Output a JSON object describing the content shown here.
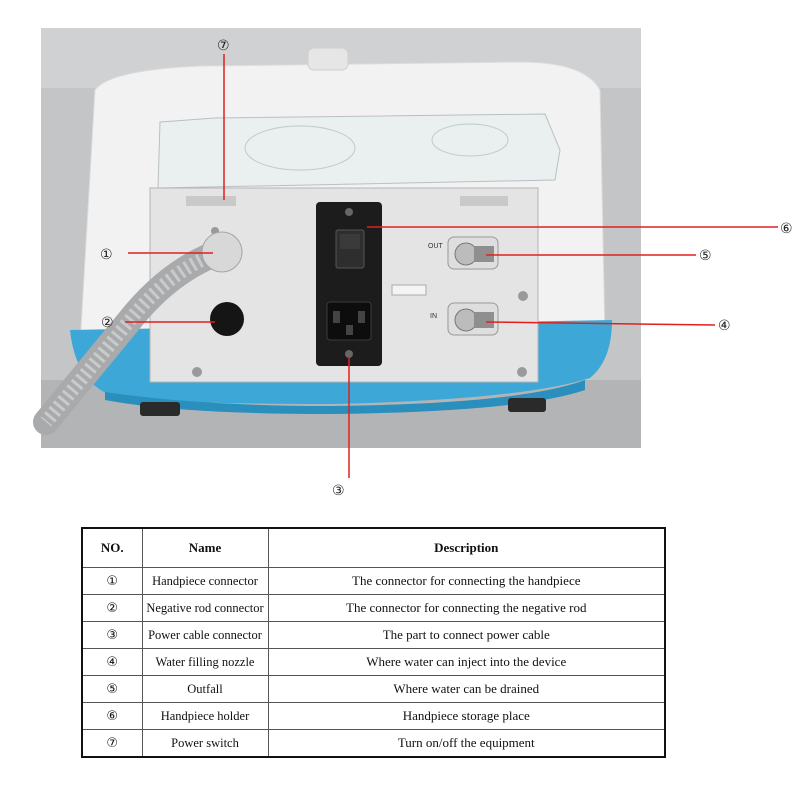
{
  "photo": {
    "callouts": [
      {
        "label": "①"
      },
      {
        "label": "②"
      },
      {
        "label": "③"
      },
      {
        "label": "④"
      },
      {
        "label": "⑤"
      },
      {
        "label": "⑥"
      },
      {
        "label": "⑦"
      }
    ],
    "panel": {
      "out_label": "OUT",
      "in_label": "IN"
    },
    "colors": {
      "callout_line": "#e0201c",
      "base_blue": "#3aa7d6",
      "body_white": "#f4f4f4",
      "background": "#bebfc1"
    }
  },
  "table": {
    "headers": [
      "NO.",
      "Name",
      "Description"
    ],
    "rows": [
      {
        "no": "①",
        "name": "Handpiece connector",
        "description": "The connector for connecting the handpiece"
      },
      {
        "no": "②",
        "name": "Negative rod connector",
        "description": "The connector for connecting the negative rod"
      },
      {
        "no": "③",
        "name": "Power cable connector",
        "description": "The part to connect power cable"
      },
      {
        "no": "④",
        "name": "Water filling nozzle",
        "description": "Where water can inject into the device"
      },
      {
        "no": "⑤",
        "name": "Outfall",
        "description": "Where water can be drained"
      },
      {
        "no": "⑥",
        "name": "Handpiece holder",
        "description": "Handpiece storage place"
      },
      {
        "no": "⑦",
        "name": "Power switch",
        "description": "Turn on/off the equipment"
      }
    ]
  }
}
